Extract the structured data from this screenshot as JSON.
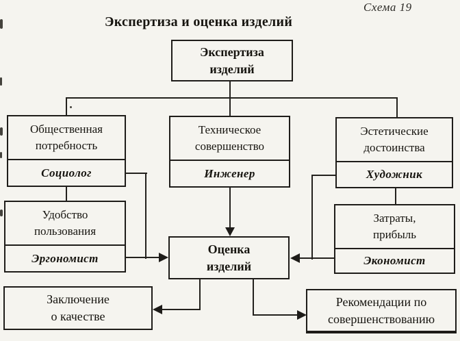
{
  "header": {
    "scheme_label": "Схема 19",
    "title": "Экспертиза и оценка изделий"
  },
  "nodes": {
    "expertise": {
      "line1": "Экспертиза",
      "line2": "изделий"
    },
    "social": {
      "factor1": "Общественная",
      "factor2": "потребность",
      "expert": "Социолог"
    },
    "technical": {
      "factor1": "Техническое",
      "factor2": "совершенство",
      "expert": "Инженер"
    },
    "aesthetic": {
      "factor1": "Эстетические",
      "factor2": "достоинства",
      "expert": "Художник"
    },
    "usability": {
      "factor1": "Удобство",
      "factor2": "пользования",
      "expert": "Эргономист"
    },
    "economy": {
      "factor1": "Затраты,",
      "factor2": "прибыль",
      "expert": "Экономист"
    },
    "evaluation": {
      "line1": "Оценка",
      "line2": "изделий"
    },
    "conclusion": {
      "line1": "Заключение",
      "line2": "о качестве"
    },
    "recommendations": {
      "line1": "Рекомендации по",
      "line2": "совершенствованию"
    }
  },
  "colors": {
    "paper": "#f5f4ef",
    "ink": "#1e1c19"
  }
}
